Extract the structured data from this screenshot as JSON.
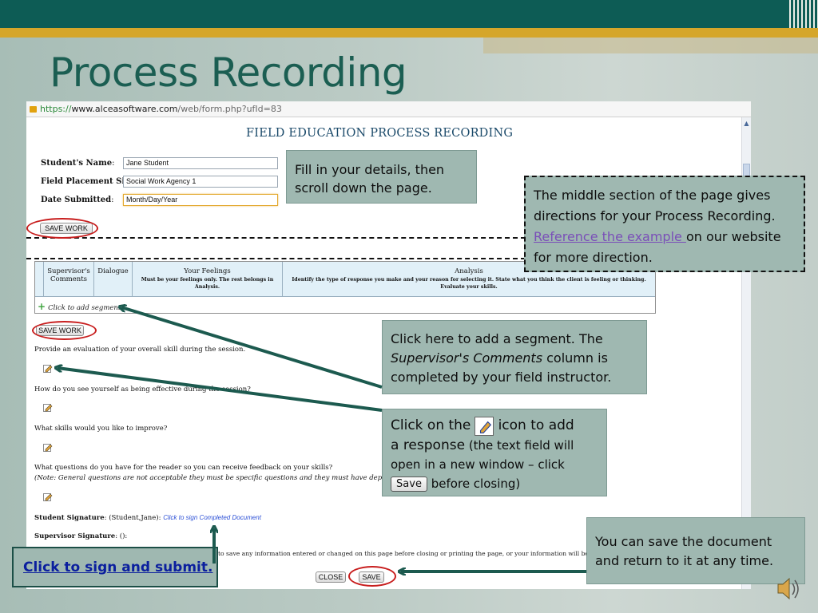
{
  "slide": {
    "title": "Process Recording",
    "sign_button": "Click to sign and submit."
  },
  "browser": {
    "url_scheme": "https://",
    "url_host": "www.alceasoftware.com",
    "url_path": "/web/form.php?ufId=83"
  },
  "form": {
    "title": "FIELD EDUCATION PROCESS RECORDING",
    "fields": [
      {
        "label": "Student's Name",
        "value": "Jane Student"
      },
      {
        "label": "Field Placement Site",
        "value": "Social Work Agency 1"
      },
      {
        "label": "Date Submitted",
        "value": "Month/Day/Year"
      }
    ],
    "save_work_label": "SAVE WORK",
    "table": {
      "columns": [
        {
          "title": "Supervisor's Comments",
          "sub": ""
        },
        {
          "title": "Dialogue",
          "sub": ""
        },
        {
          "title": "Your Feelings",
          "sub": "Must be your feelings only. The rest belongs in Analysis."
        },
        {
          "title": "Analysis",
          "sub": "Identify the type of response you make and your reason for selecting it. State what you think the client is feeling or thinking. Evaluate your skills."
        }
      ],
      "add_segment": "Click to add segment"
    },
    "questions": [
      "Provide an evaluation of your overall skill during the session.",
      "How do you see yourself as being effective during the session?",
      "What skills would you like to improve?",
      "What questions do you have for the reader so you can receive feedback on your skills?"
    ],
    "question_note": "(Note: General questions are not acceptable they must be specific questions and they must have depth).",
    "student_signature_label": "Student Signature",
    "student_signature_value": "(Student,Jane):",
    "sign_link": "Click to sign Completed Document",
    "supervisor_signature_label": "Supervisor Signature",
    "supervisor_signature_value": "():",
    "footer_note": "Note: You must click on the SAVE button to save any information entered or changed on this page before closing or printing the page, or your information will be lost.",
    "close_label": "CLOSE",
    "save_label": "SAVE"
  },
  "callouts": {
    "fill_details": "Fill in your details, then scroll down the page.",
    "middle_section": "The middle section of the page gives directions for your Process Recording.",
    "reference_link": "Reference the example ",
    "middle_section_tail": "on our website for more direction.",
    "add_segment_pre": "Click here to add a segment.  The ",
    "add_segment_em": "Supervisor's Comments",
    "add_segment_post": " column is completed by your field instructor.",
    "icon_pre": "Click on the",
    "icon_mid": " icon to add",
    "icon_response": "a response",
    "icon_paren1": " (the text field will open in a new window – click",
    "icon_save_chip": "Save",
    "icon_paren2": " before closing)",
    "save_doc": "You can save the document and return to it at any time."
  },
  "colors": {
    "banner_dark": "#0d5c55",
    "banner_gold": "#d5a62a",
    "title": "#1b5e52",
    "callout_bg": "#9fb8b1",
    "arrow": "#1c5a4f",
    "highlight_ring": "#c81e1e",
    "link": "#0b1f9e"
  },
  "icons": [
    "lock-icon",
    "edit-icon",
    "plus-icon",
    "speaker-icon",
    "scroll-up-icon"
  ]
}
